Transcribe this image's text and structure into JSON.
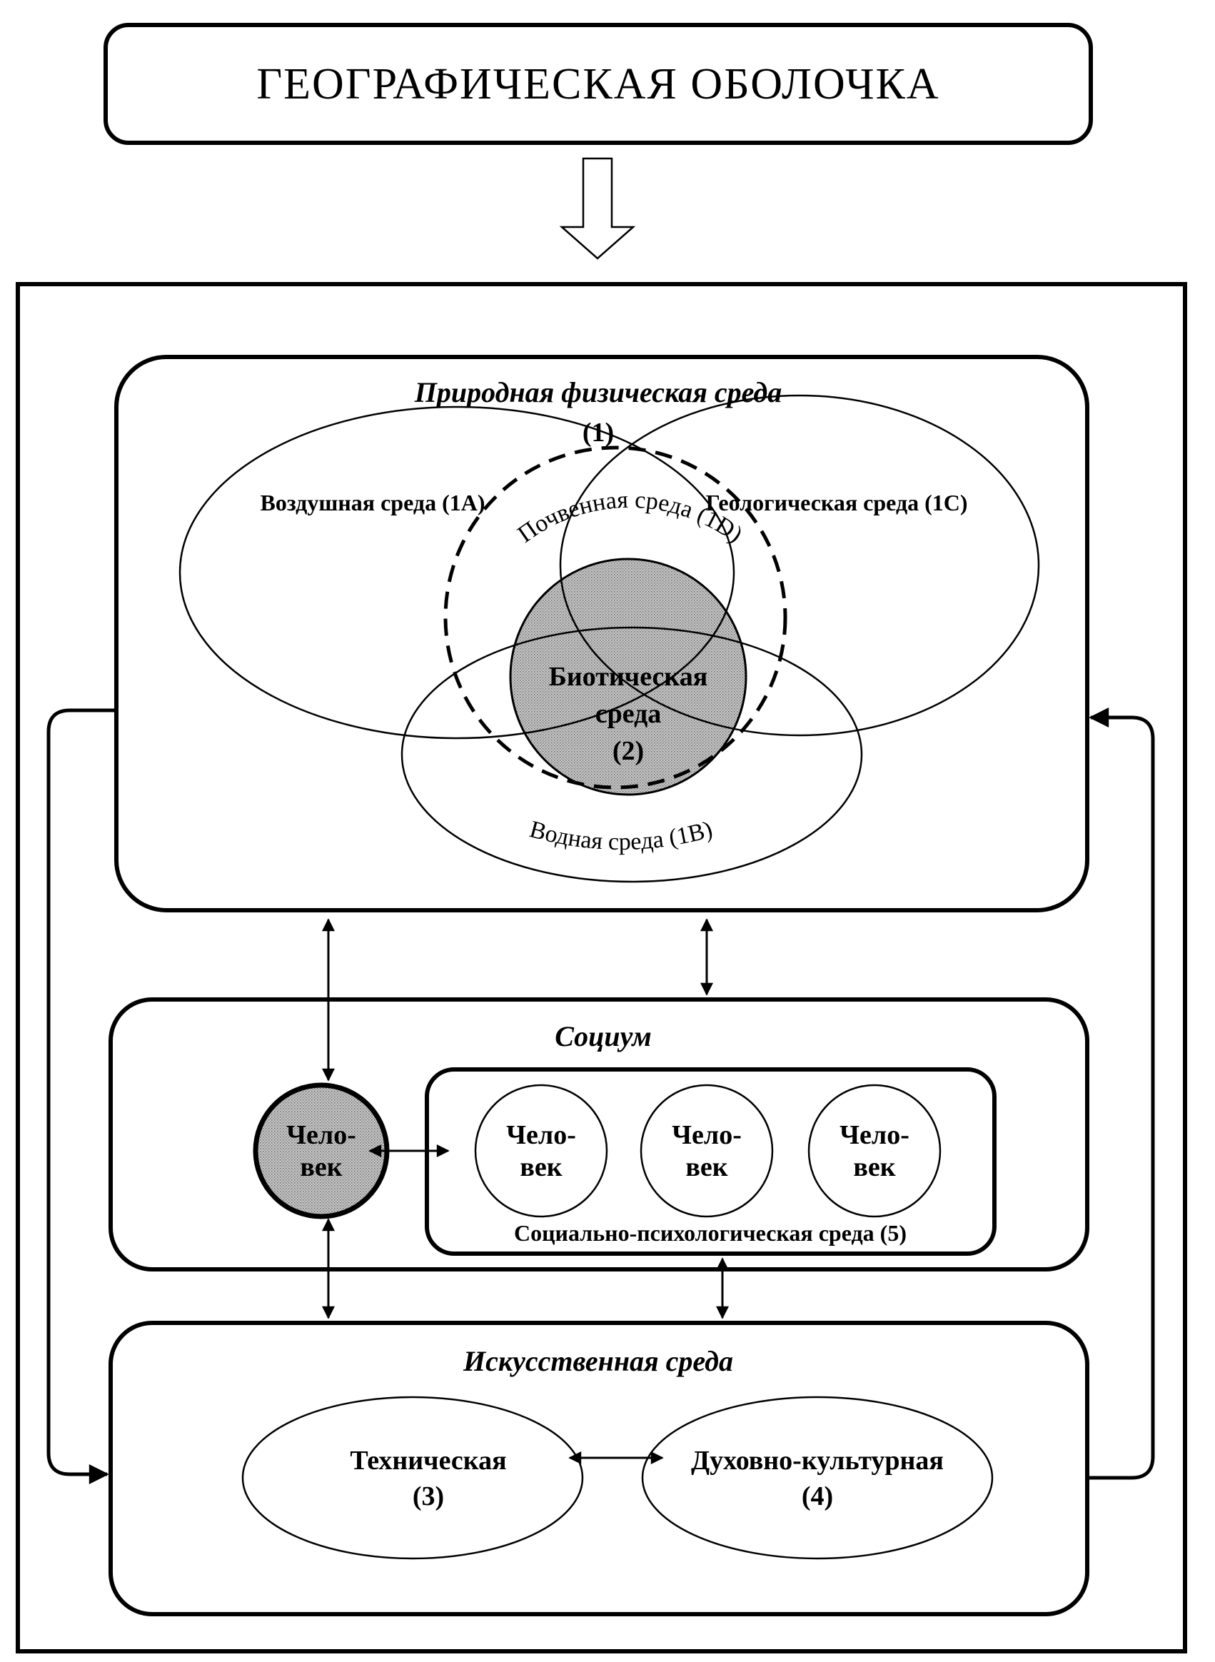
{
  "title": "ГЕОГРАФИЧЕСКАЯ ОБОЛОЧКА",
  "natural": {
    "title": "Природная физическая среда",
    "number": "(1)",
    "air": "Воздушная среда (1A)",
    "geo": "Геологическая среда (1C)",
    "soil": "Почвенная среда (1D)",
    "water": "Водная среда (1B)",
    "biotic_line1": "Биотическая",
    "biotic_line2": "среда",
    "biotic_num": "(2)"
  },
  "socium": {
    "title": "Социум",
    "person_line1": "Чело-",
    "person_line2": "век",
    "group_label": "Социально-психологическая среда (5)",
    "members": [
      {
        "line1": "Чело-",
        "line2": "век"
      },
      {
        "line1": "Чело-",
        "line2": "век"
      },
      {
        "line1": "Чело-",
        "line2": "век"
      }
    ]
  },
  "artificial": {
    "title": "Искусственная среда",
    "technical_line1": "Техническая",
    "technical_line2": "(3)",
    "cultural_line1": "Духовно-культурная",
    "cultural_line2": "(4)"
  },
  "colors": {
    "fill_shade": "#b5b5b5",
    "stroke": "#000000"
  }
}
